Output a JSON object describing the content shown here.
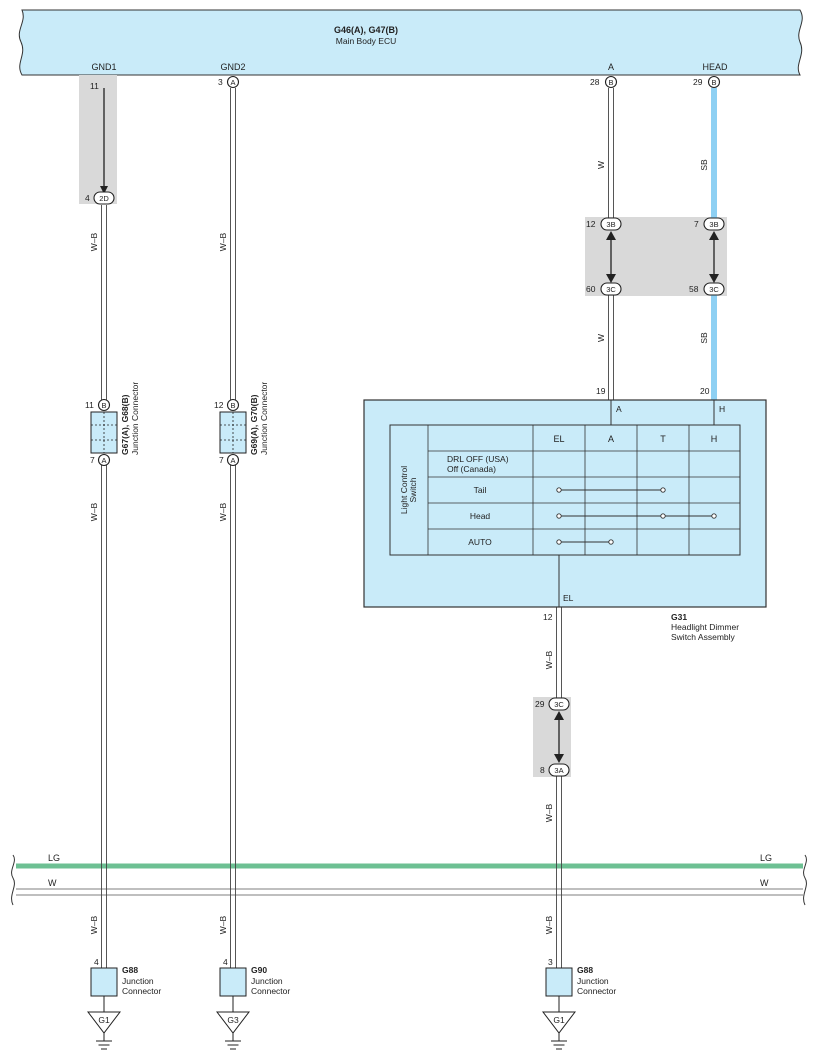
{
  "ecu": {
    "name": "G46(A), G47(B)",
    "desc": "Main Body ECU"
  },
  "ecu_pins": {
    "gnd1": "GND1",
    "gnd2": "GND2",
    "a": "A",
    "head": "HEAD"
  },
  "pins": {
    "p11": "11",
    "p3": "3",
    "p28": "28",
    "p29": "29",
    "p4a": "4",
    "p12a": "12",
    "p7a": "7",
    "p60": "60",
    "p58": "58",
    "p19": "19",
    "p20": "20",
    "p11b": "11",
    "p7b": "7",
    "p12b": "12",
    "p7c": "7",
    "p12c": "12",
    "p29b": "29",
    "p8": "8",
    "p4g1": "4",
    "p4g2": "4",
    "p3g": "3"
  },
  "connectors": {
    "b28": "B",
    "b29": "B",
    "a3": "A",
    "c2d": "2D",
    "c3b1": "3B",
    "c3b2": "3B",
    "c3c1": "3C",
    "c3c2": "3C",
    "c3c3": "3C",
    "c3a": "3A",
    "jb1": "B",
    "ja1": "A",
    "jb2": "B",
    "ja2": "A"
  },
  "wires": {
    "w1": "W–B",
    "w2": "W–B",
    "w3": "W",
    "w4": "SB",
    "w5": "W",
    "w6": "SB",
    "w7": "W–B",
    "w8": "W–B",
    "w9": "W–B",
    "w10": "W–B",
    "w11": "W–B",
    "w12": "W–B",
    "w13": "W–B"
  },
  "bus": {
    "lg_left": "LG",
    "lg_right": "LG",
    "w_left": "W",
    "w_right": "W"
  },
  "bus_colors": {
    "lg": "#6dc093",
    "sb": "#8ed0f3",
    "fill": "#c9ebf9",
    "shade": "#d9d9d9"
  },
  "junction1": {
    "name": "G67(A), G68(B)",
    "desc": "Junction Connector"
  },
  "junction2": {
    "name": "G69(A), G70(B)",
    "desc": "Junction Connector"
  },
  "switch": {
    "id": "G31",
    "desc1": "Headlight Dimmer",
    "desc2": "Switch Assembly",
    "pin_a": "A",
    "pin_h": "H",
    "pin_el": "EL",
    "side_label1": "Light Control",
    "side_label2": "Switch",
    "columns": [
      "EL",
      "A",
      "T",
      "H"
    ],
    "rows": [
      {
        "line1": "DRL OFF (USA)",
        "line2": "Off (Canada)"
      },
      {
        "line1": "Tail"
      },
      {
        "line1": "Head"
      },
      {
        "line1": "AUTO"
      }
    ]
  },
  "grounds": {
    "g1": {
      "name": "G88",
      "desc1": "Junction",
      "desc2": "Connector",
      "ground": "G1"
    },
    "g2": {
      "name": "G90",
      "desc1": "Junction",
      "desc2": "Connector",
      "ground": "G3"
    },
    "g3": {
      "name": "G88",
      "desc1": "Junction",
      "desc2": "Connector",
      "ground": "G1"
    }
  }
}
